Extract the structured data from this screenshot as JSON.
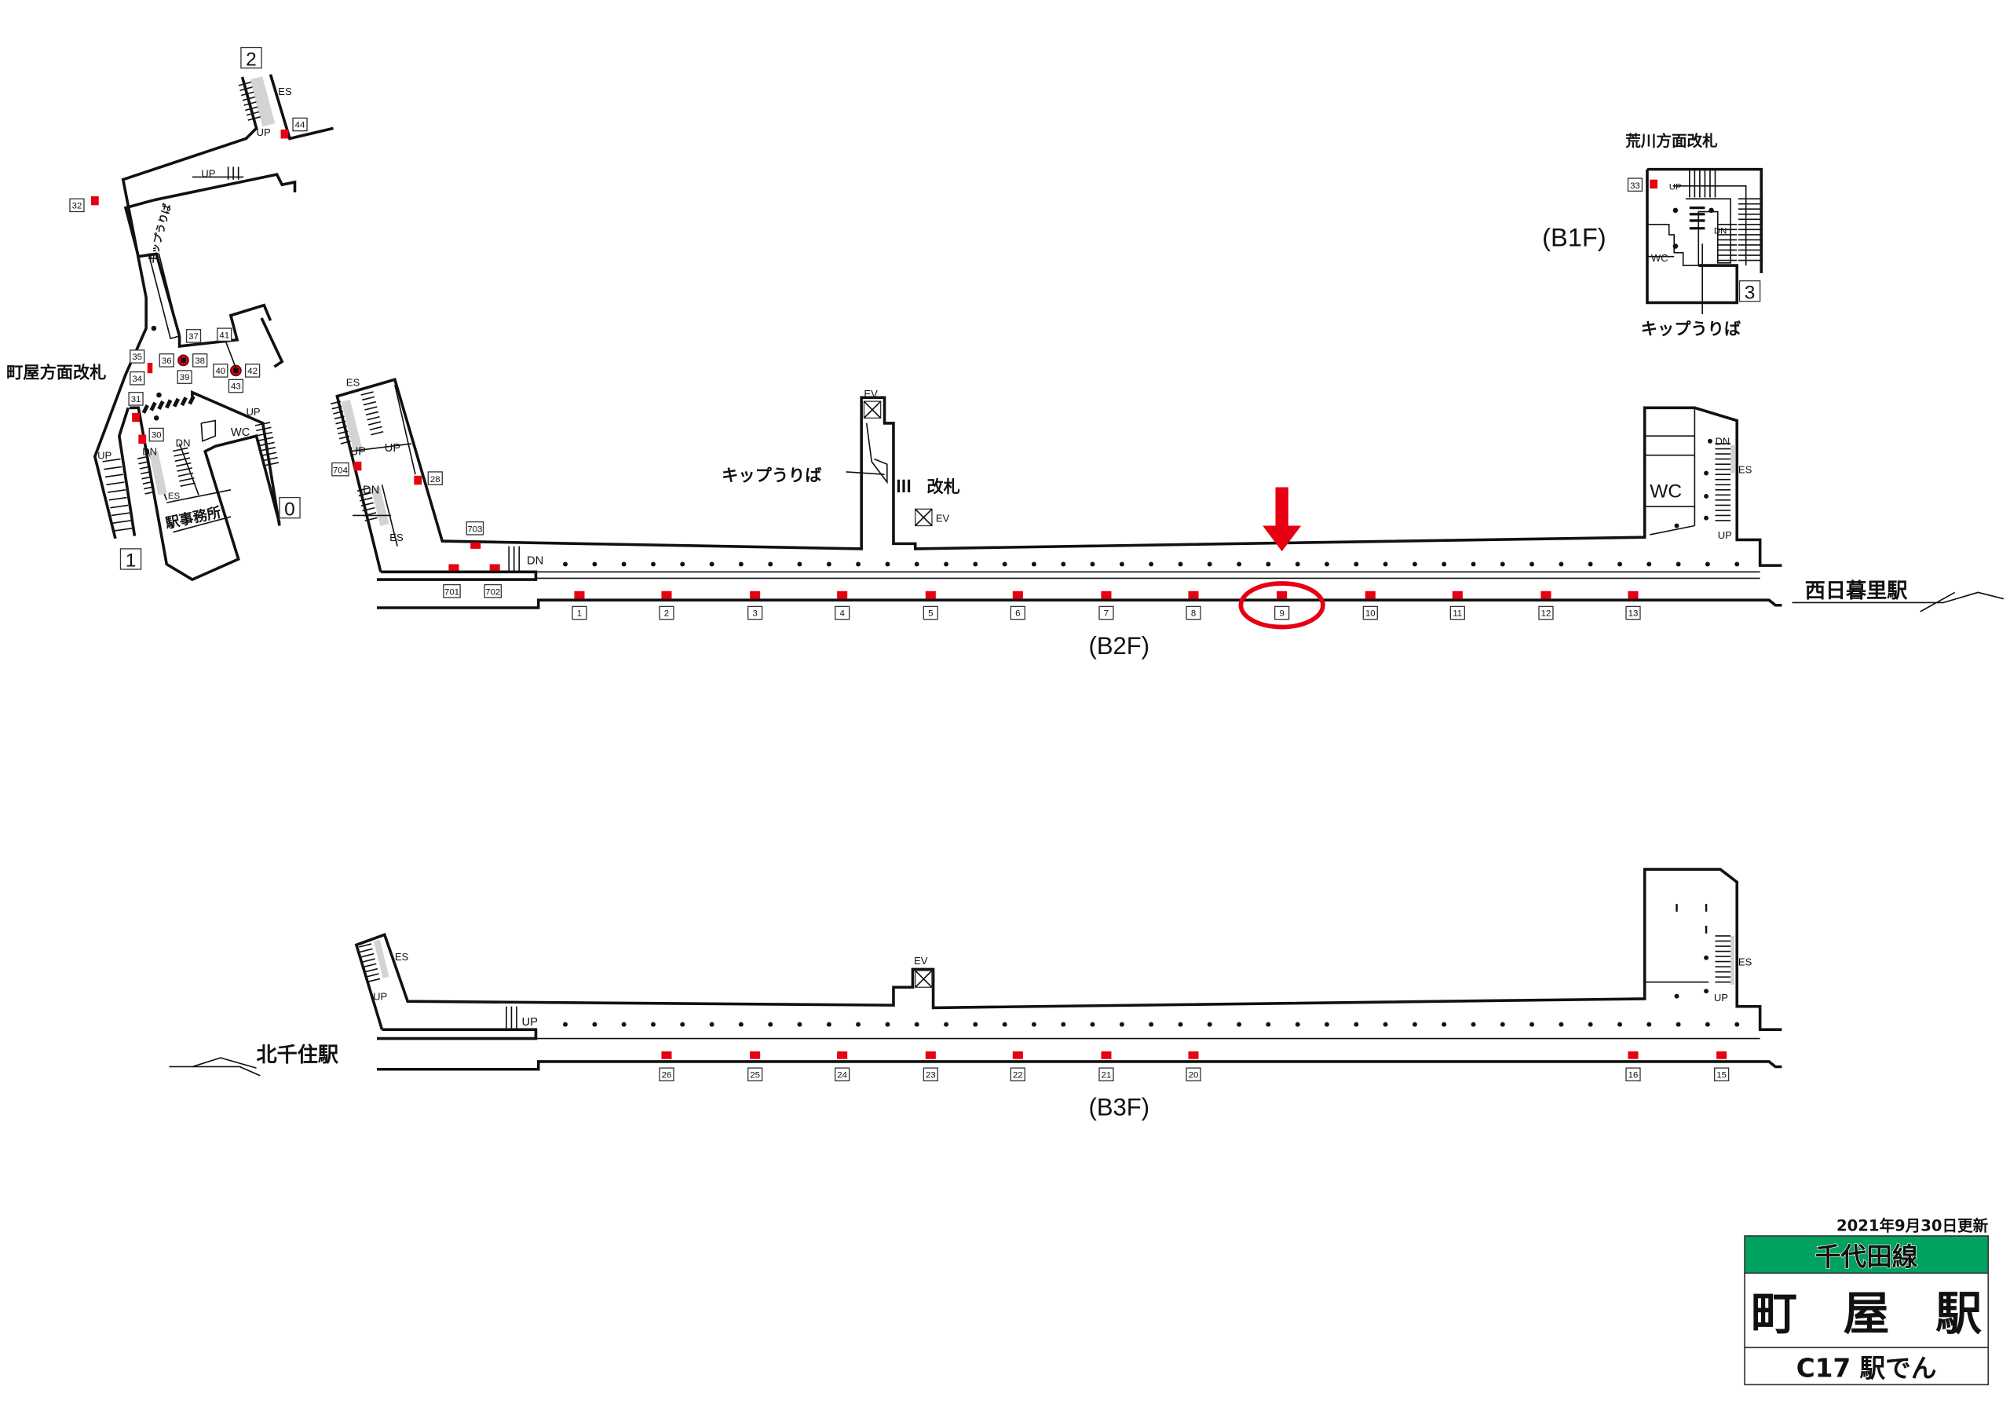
{
  "colors": {
    "line_green": "#00a260",
    "marker_red": "#e60012"
  },
  "floors": {
    "b1f": "(B1F)",
    "b2f": "(B2F)",
    "b3f": "(B3F)"
  },
  "labels": {
    "machiya_gate": "町屋方面改札",
    "arakawa_gate": "荒川方面改札",
    "ticket_b1_left": "キップうりば",
    "ticket_b1_right": "キップうりば",
    "ticket_b2": "キップうりば",
    "gate_b2": "改札",
    "station_office": "駅事務所",
    "nishinippori": "西日暮里駅",
    "kitasenju": "北千住駅",
    "wc": "WC",
    "ev": "EV",
    "es": "ES",
    "up": "UP",
    "dn": "DN"
  },
  "exits": [
    "0",
    "1",
    "2",
    "3"
  ],
  "b1f_markers": [
    "30",
    "31",
    "32",
    "33",
    "34",
    "35",
    "36",
    "37",
    "38",
    "39",
    "40",
    "41",
    "42",
    "43",
    "44"
  ],
  "b2f_extra_markers": [
    "28",
    "701",
    "702",
    "703",
    "704"
  ],
  "b2f_cars": [
    "1",
    "2",
    "3",
    "4",
    "5",
    "6",
    "7",
    "8",
    "9",
    "10",
    "11",
    "12",
    "13"
  ],
  "b3f_cars": [
    "26",
    "25",
    "24",
    "23",
    "22",
    "21",
    "20",
    "16",
    "15"
  ],
  "highlight": {
    "car": "9",
    "indicator": "red-arrow"
  },
  "info_box": {
    "updated": "2021年9月30日更新",
    "line": "千代田線",
    "station": "町　屋　駅",
    "code": "C17 駅でん"
  }
}
